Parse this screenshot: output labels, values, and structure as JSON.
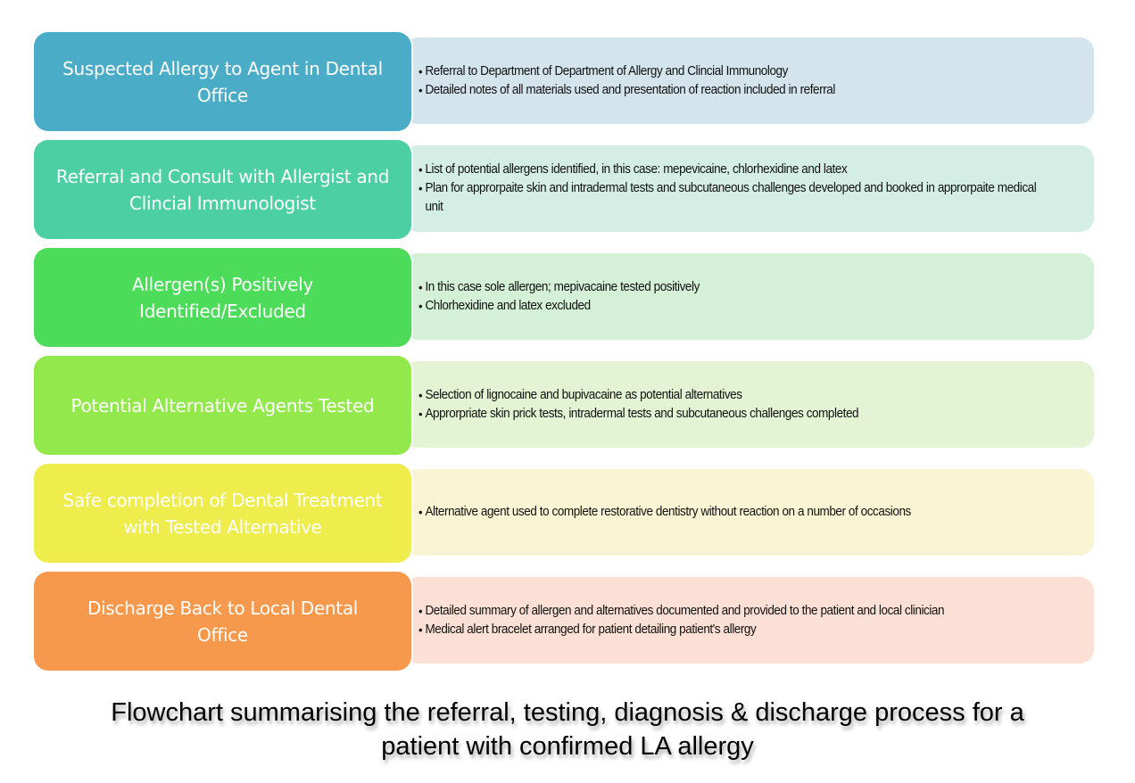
{
  "colors": {
    "step_1": "#4aacc6",
    "step_2": "#4bcfa3",
    "step_3": "#4cdc5a",
    "step_4": "#93e94c",
    "step_5": "#eeed4d",
    "step_6": "#f7994c",
    "detail_1": "#d3e4ec",
    "detail_2": "#d4eee6",
    "detail_3": "#d4f0d6",
    "detail_4": "#e3f3d3",
    "detail_5": "#f9f4d3",
    "detail_6": "#fce0d5"
  },
  "steps": [
    {
      "title": "Suspected Allergy to Agent in Dental Office",
      "bullets": [
        "Referral to Department of Department of Allergy and Clincial Immunology",
        "Detailed notes of all materials used and presentation of reaction included in referral"
      ]
    },
    {
      "title": "Referral and Consult with Allergist and Clincial Immunologist",
      "bullets": [
        "List of potential allergens identified, in this case: mepevicaine, chlorhexidine and latex",
        "Plan for approrpaite skin and intradermal tests and subcutaneous challenges developed and booked in approrpaite medical unit"
      ]
    },
    {
      "title": "Allergen(s) Positively Identified/Excluded",
      "bullets": [
        "In this case sole allergen; mepivacaine tested positively",
        "Chlorhexidine and latex excluded"
      ]
    },
    {
      "title": "Potential Alternative Agents Tested",
      "bullets": [
        "Selection of lignocaine and bupivacaine as potential alternatives",
        "Approrpriate  skin prick tests, intradermal tests and subcutaneous challenges completed"
      ]
    },
    {
      "title": "Safe completion of Dental Treatment with Tested Alternative",
      "bullets": [
        "Alternative agent used to complete restorative dentistry without reaction on a number of occasions"
      ]
    },
    {
      "title": "Discharge Back to Local Dental Office",
      "bullets": [
        "Detailed summary of allergen and alternatives documented and provided to the patient and local clinician",
        "Medical alert bracelet arranged  for patient detailing patient's allergy"
      ]
    }
  ],
  "caption": {
    "line_1": "Flowchart summarising the referral, testing, diagnosis & discharge process for a",
    "line_2": "patient with confirmed LA allergy"
  }
}
